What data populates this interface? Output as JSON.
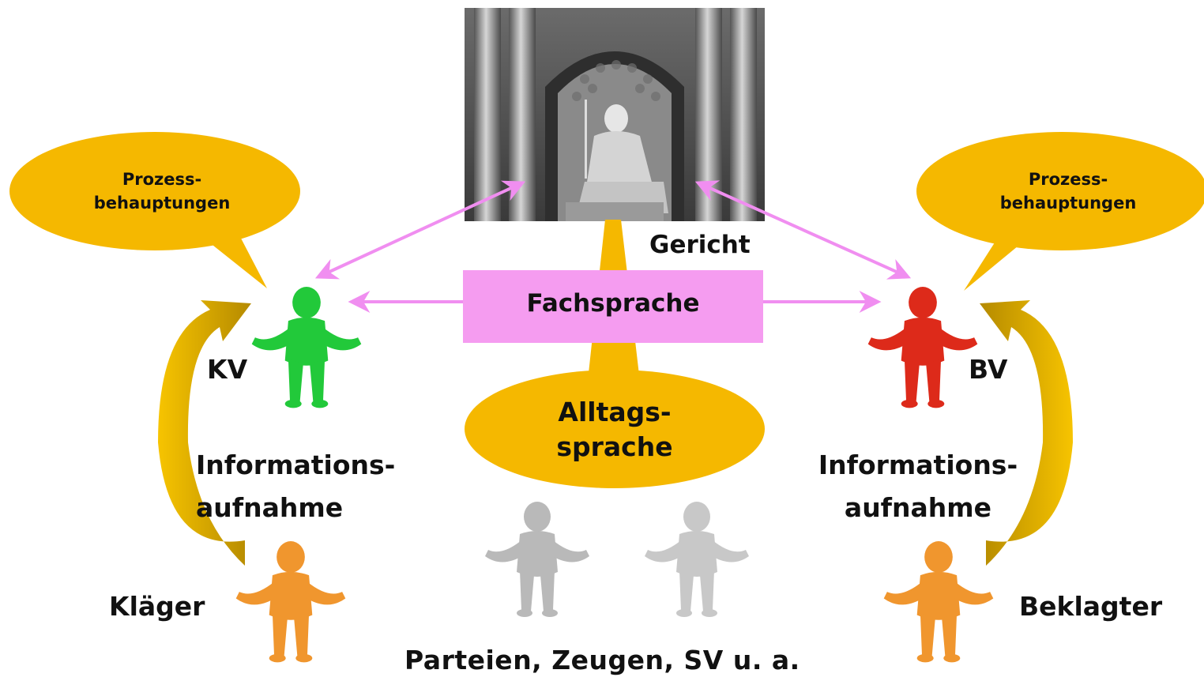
{
  "court": {
    "label": "Gericht"
  },
  "center_box": {
    "label": "Fachsprache"
  },
  "center_bubble": {
    "line1": "Alltags-",
    "line2": "sprache"
  },
  "left": {
    "bubble_line1": "Prozess-",
    "bubble_line2": "behauptungen",
    "lawyer": "KV",
    "info_line1": "Informations-",
    "info_line2": "aufnahme",
    "party": "Kläger"
  },
  "right": {
    "bubble_line1": "Prozess-",
    "bubble_line2": "behauptungen",
    "lawyer": "BV",
    "info_line1": "Informations-",
    "info_line2": "aufnahme",
    "party": "Beklagter"
  },
  "bottom_label": "Parteien, Zeugen, SV u. a.",
  "colors": {
    "bubble": "#f5b800",
    "box": "#f59cf0",
    "arrow": "#f08ef0",
    "curved_arrow": "#d9a400",
    "kv_figure": "#22c93a",
    "bv_figure": "#dd2a1a",
    "party_figure": "#f0962e",
    "witness_figure": "#b9b9b9"
  },
  "icons": [
    "justitia-statue-photo",
    "person-figure-icon"
  ]
}
